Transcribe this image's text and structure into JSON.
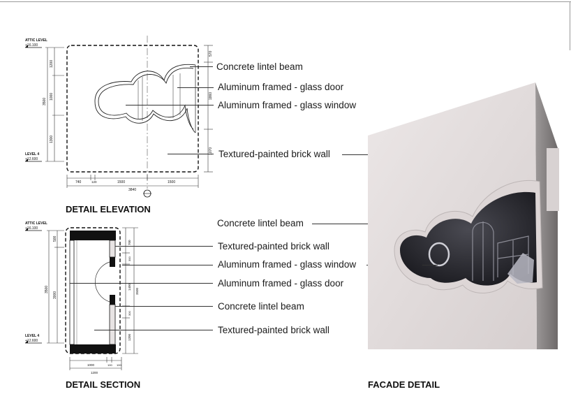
{
  "elevation": {
    "title": "DETAIL ELEVATION",
    "level_top": {
      "name": "ATTIC LEVEL",
      "value": "+16.100"
    },
    "level_bottom": {
      "name": "LEVEL 4",
      "value": "+12.600"
    },
    "dims_left": [
      "1200",
      "1000",
      "1300"
    ],
    "dim_left_total": "3500",
    "dims_right": [
      "570",
      "1860",
      "1070"
    ],
    "dims_bottom": [
      "740",
      "120",
      "1500",
      "1500"
    ],
    "dim_bottom_total": "3840",
    "callouts": [
      "Concrete lintel beam",
      "Aluminum framed - glass door",
      "Aluminum framed - glass window",
      "Textured-painted brick wall"
    ]
  },
  "section": {
    "title": "DETAIL SECTION",
    "level_top": {
      "name": "ATTIC LEVEL",
      "value": "+16.100"
    },
    "level_bottom": {
      "name": "LEVEL 4",
      "value": "+12.600"
    },
    "dims_left": [
      "500",
      "3000"
    ],
    "dim_left_total": "3500",
    "dims_right": [
      "700",
      "300",
      "1400",
      "300",
      "1200"
    ],
    "dim_right_total": "3500",
    "dims_bottom": [
      "1000",
      "100",
      "100"
    ],
    "dim_bottom_total": "1200",
    "callouts": [
      "Concrete lintel beam",
      "Textured-painted brick wall",
      "Aluminum framed - glass window",
      "Aluminum framed - glass door",
      "Concrete lintel beam",
      "Textured-painted brick wall"
    ]
  },
  "facade": {
    "title": "FACADE DETAIL"
  },
  "colors": {
    "wall": "#e2dcdc",
    "wall_shade": "#cfc8c8",
    "opening_dark": "#2a2a30",
    "line": "#1a1a1a"
  }
}
